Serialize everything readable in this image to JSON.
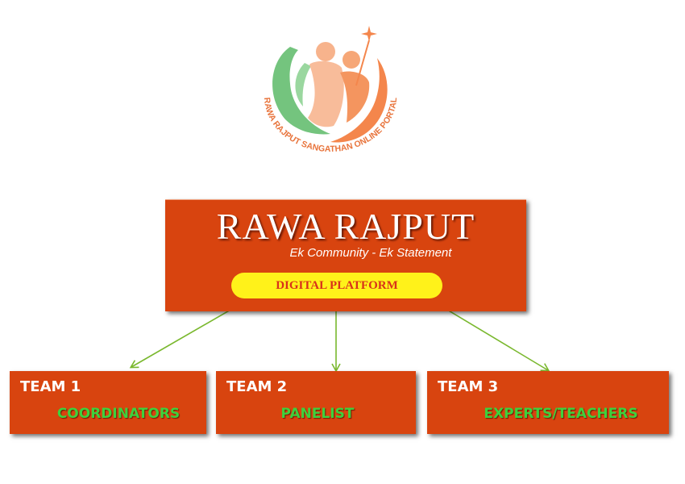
{
  "logo": {
    "arc_text": "RAWA RAJPUT SANGATHAN ONLINE PORTAL",
    "colors": {
      "green": "#74c47e",
      "peach": "#f7b38c",
      "orange": "#f4864c"
    }
  },
  "main": {
    "title": "RAWA RAJPUT",
    "subtitle": "Ek Community - Ek Statement",
    "platform": "DIGITAL PLATFORM"
  },
  "teams": [
    {
      "label": "TEAM 1",
      "role": "COORDINATORS"
    },
    {
      "label": "TEAM 2",
      "role": "PANELIST"
    },
    {
      "label": "TEAM 3",
      "role": "EXPERTS/TEACHERS"
    }
  ],
  "colors": {
    "box_red": "#d8440f",
    "pill_yellow": "#fff21a",
    "pill_text": "#d8321a",
    "role_green": "#3dd13d",
    "arrow_green": "#7ab82e"
  }
}
